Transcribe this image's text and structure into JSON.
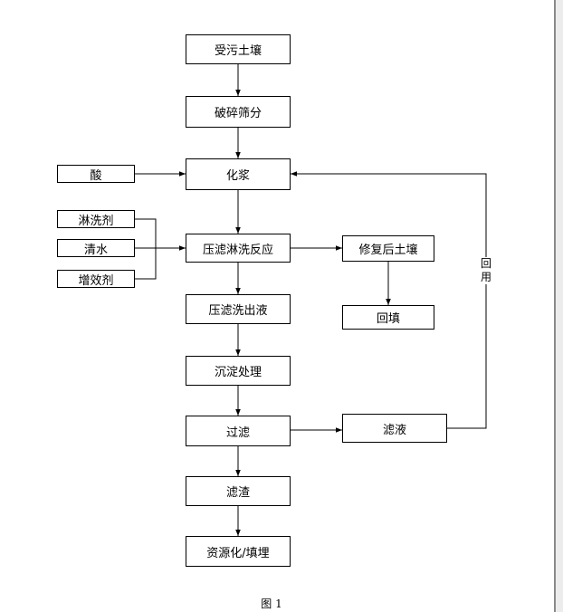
{
  "diagram": {
    "nodes": {
      "contaminated_soil": "受污土壤",
      "crush_screen": "破碎筛分",
      "slurry": "化浆",
      "acid": "酸",
      "leaching_agent": "淋洗剂",
      "clean_water": "清水",
      "enhancer": "增效剂",
      "press_filter_wash": "压滤淋洗反应",
      "remediated_soil": "修复后土壤",
      "backfill": "回填",
      "filter_wash_effluent": "压滤洗出液",
      "precipitation": "沉淀处理",
      "filtration": "过滤",
      "filtrate": "滤液",
      "filter_residue": "滤渣",
      "resource_landfill": "资源化/填埋"
    },
    "recycle_label": [
      "回",
      "用"
    ],
    "caption": "图 1"
  }
}
